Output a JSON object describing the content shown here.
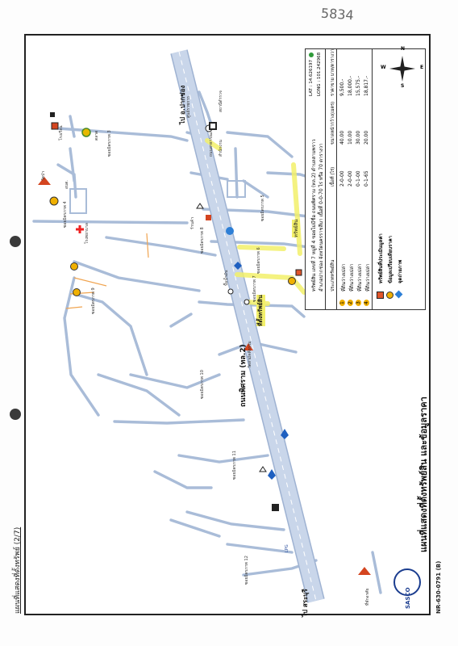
{
  "page": {
    "handwritten_number": "5834",
    "header_left": "แผนที่แสดงที่ตั้งทรัพย์ (2/7)",
    "footer_code": "NR-630-0791 (B)",
    "company": "SASCO"
  },
  "map": {
    "title": "แผนที่แสดงที่ตั้งทรัพย์สิน และข้อมูลราคา",
    "highway_label": "ถนนพิศราม (ทล.2)",
    "to_north": "ไป อ.ปากช่อง",
    "to_south": "ไป สระบุรี",
    "subject_label": "ที่ตั้งทรัพย์สิน",
    "subject_road_note": "ทรัพย์สิน",
    "soi_labels": [
      "ถนนสาธารณะ",
      "ซอยมิตรภาพ 3",
      "ซอยมิตรภาพ 4",
      "ซอยมิตรภาพ 5",
      "ซอยมิตรภาพ 6",
      "ซอยมิตรภาพ 7",
      "ซอยมิตรภาพ 8",
      "ซอยมิตรภาพ 9",
      "ซอยมิตรภาพ 10",
      "ซอยมิตรภาพ 11",
      "ซอยมิตรภาพ 12"
    ],
    "landmarks": [
      "วัดป่า",
      "โรงเรียน",
      "ตลาด",
      "สถานีตำรวจ",
      "ปั๊มน้ำมัน",
      "วัดสามัคคีธรรม",
      "ศูนย์ราชการ",
      "ร้านค้า",
      "โรงพยาบาล",
      "อบต.",
      "ที่พักอาศัย",
      "สำนักงาน"
    ],
    "lpg_label": "LPG"
  },
  "legend": {
    "lat": "LAT : 14.626197",
    "long": "LONG : 101.242968",
    "subject_text": "ทรัพย์สิน เลขที่ 7 หมู่ที่ 4 ซอยไม่มีชื่อ ถนนพิศราม (ทล.2) ตำบลสามพราว",
    "subject_text2": "อำเภอปากช่อง จังหวัดนครราชสีมา เนื้อที่ 0-0-70 ไร่ หรือ 70 ตารางวา",
    "columns": [
      "ประเภททรัพย์สิน",
      "เนื้อที่ (ไร่)",
      "ขนาดหน้ากว้าง(เมตร)",
      "ราคาขาย บาท/ตารางวา"
    ],
    "rows": [
      {
        "no": "1",
        "type": "ที่ดินว่างเปล่า",
        "area": "2-0-00",
        "frontage": "40.00",
        "price": "9,500.-"
      },
      {
        "no": "2",
        "type": "ที่ดินว่างเปล่า",
        "area": "2-0-00",
        "frontage": "10.00",
        "price": "18,000.-"
      },
      {
        "no": "3",
        "type": "ที่ดินว่างเปล่า",
        "area": "0-1-00",
        "frontage": "30.00",
        "price": "15,575.-"
      },
      {
        "no": "4",
        "type": "ที่ดินว่างเปล่า",
        "area": "0-1-65",
        "frontage": "20.00",
        "price": "18,817.-"
      }
    ],
    "key_items": [
      "ทรัพย์สินที่ประเมินมูลค่า",
      "ข้อมูลเปรียบเทียบราคา",
      "จุดถ่ายภาพ"
    ],
    "compass": {
      "n": "N",
      "s": "S",
      "e": "E",
      "w": "W"
    }
  },
  "colors": {
    "road": "#c9d6ea",
    "road_edge": "#9fb3d2",
    "highway": "#b9c8e2",
    "highlight": "#f3f06a",
    "subject": "#e0552b",
    "landmark_red": "#d44520",
    "landmark_blue": "#1e5fc0"
  }
}
